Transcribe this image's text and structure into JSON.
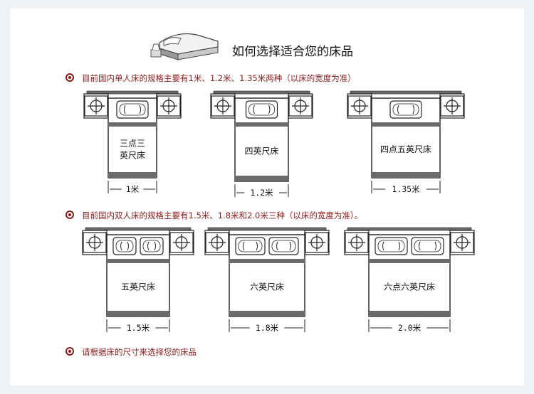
{
  "title": "如何选择适合您的床品",
  "notes": [
    "目前国内单人床的规格主要有1米、1.2米、1.35米两种（以床的宽度为准）",
    "目前国内双人床的规格主要有1.5米、1.8米和2.0米三种（以床的宽度为准）。",
    "请根据床的尺寸来选择您的床品"
  ],
  "beds": [
    {
      "label_lines": [
        "三点三",
        "英尺床"
      ],
      "width": "1米",
      "pillows": 1
    },
    {
      "label_lines": [
        "四英尺床"
      ],
      "width": "1.2米",
      "pillows": 1
    },
    {
      "label_lines": [
        "四点五英尺床"
      ],
      "width": "1.35米",
      "pillows": 1
    },
    {
      "label_lines": [
        "五英尺床"
      ],
      "width": "1.5米",
      "pillows": 2
    },
    {
      "label_lines": [
        "六英尺床"
      ],
      "width": "1.8米",
      "pillows": 2
    },
    {
      "label_lines": [
        "六点六英尺床"
      ],
      "width": "2.0米",
      "pillows": 2
    }
  ],
  "colors": {
    "accent": "#8b1a1a",
    "line": "#222222",
    "band": "#6b6b6b"
  },
  "icons": {
    "header": "bed-icon",
    "bullet": "bullet-icon",
    "nightstand": "lamp-icon"
  }
}
